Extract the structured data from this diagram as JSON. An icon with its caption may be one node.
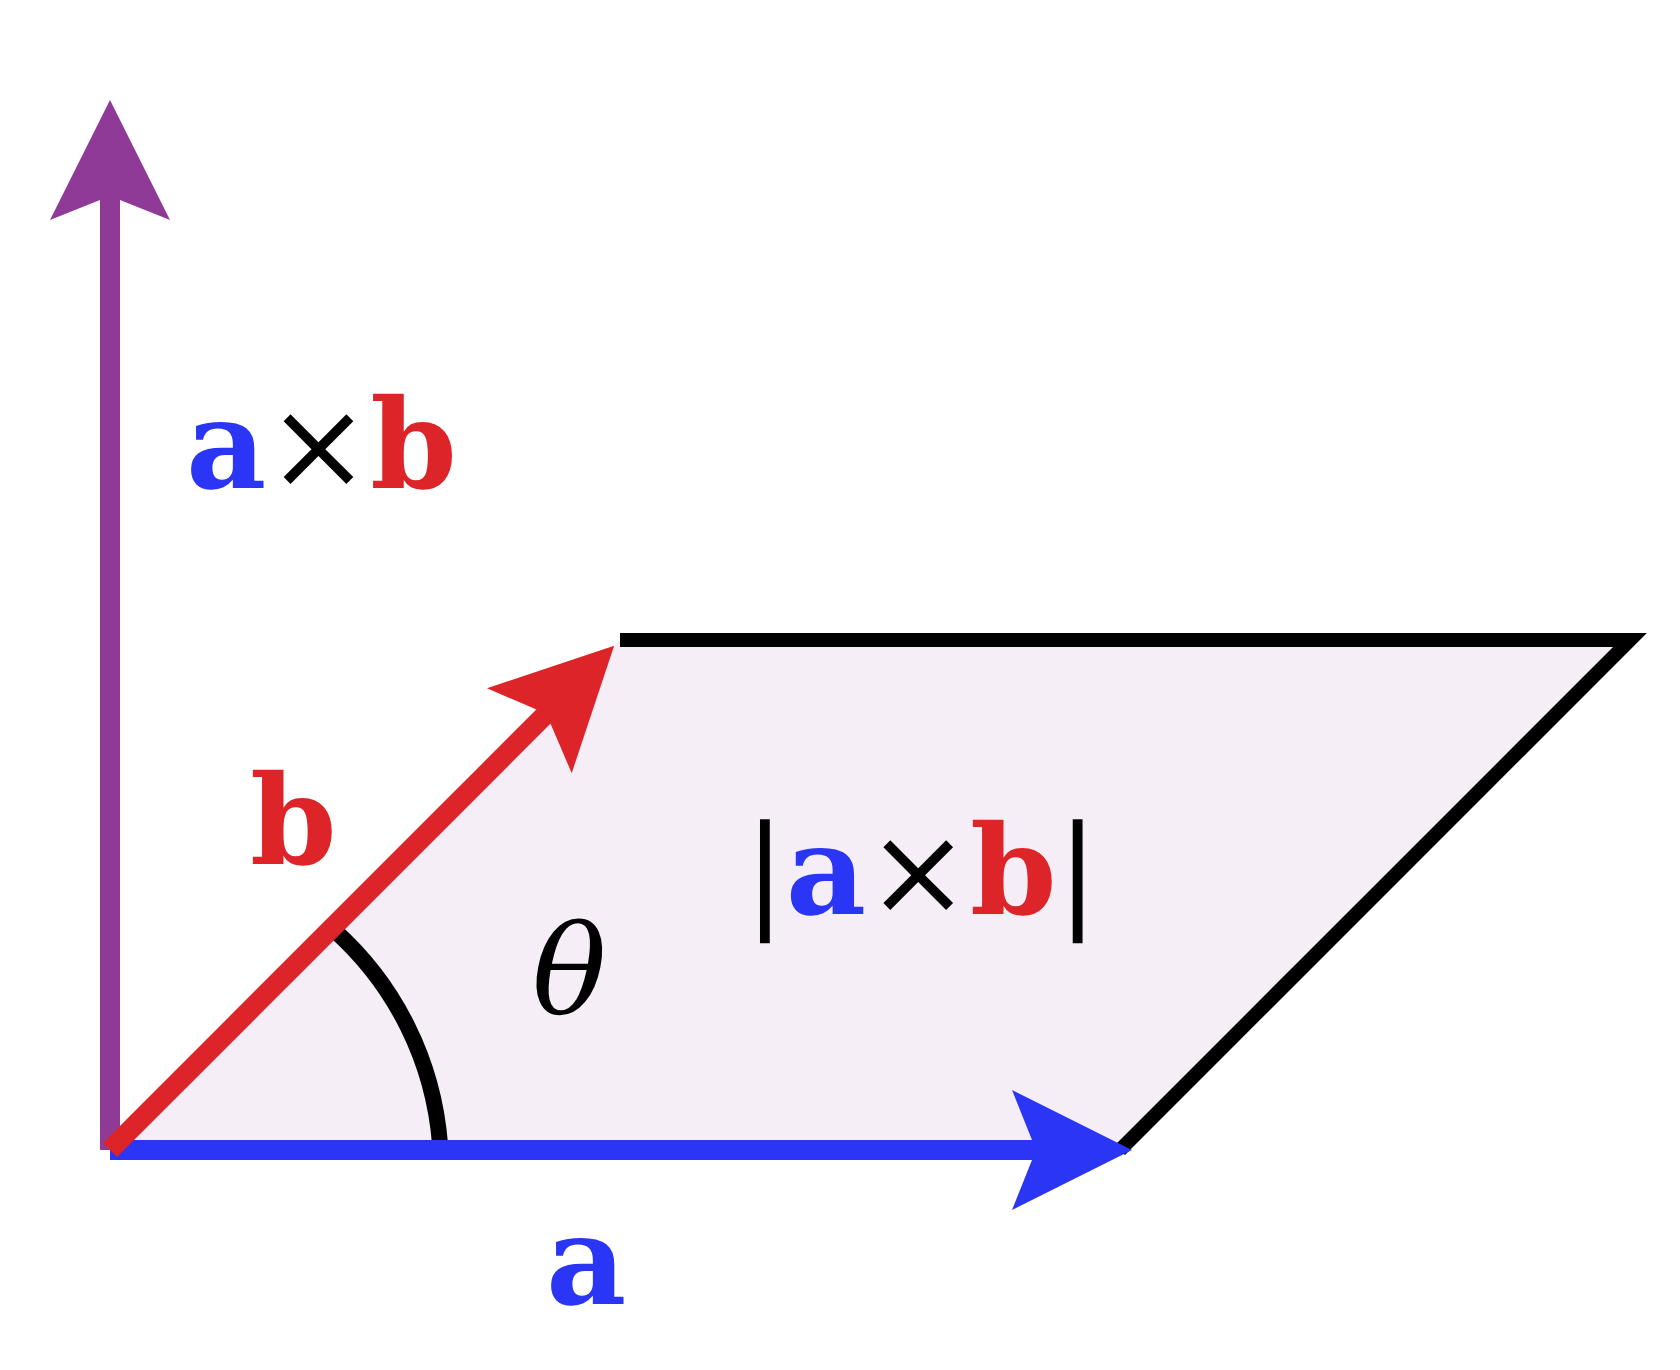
{
  "diagram": {
    "labels": [
      "**a**×**b**",
      "b",
      "|**a**×**b**|",
      "θ",
      "a"
    ]
  }
}
